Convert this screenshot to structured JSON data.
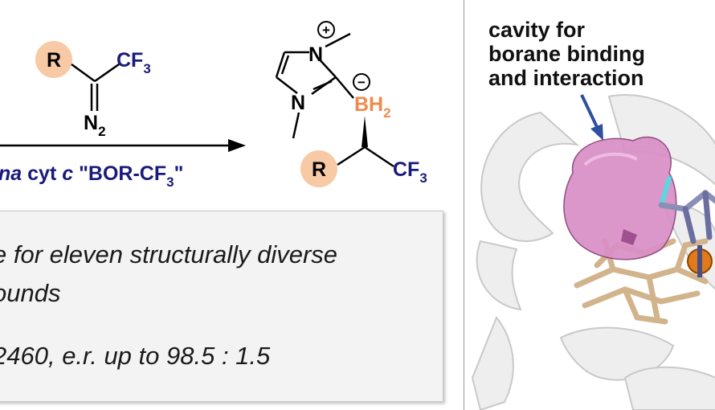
{
  "reaction": {
    "substituent": "R",
    "cf3_c": "CF",
    "cf3_3": "3",
    "diazo_n": "N",
    "diazo_2": "2",
    "catalyst_prefix": "na",
    "catalyst_mid": " cyt ",
    "catalyst_c": "c",
    "catalyst_name": " \"BOR-CF",
    "catalyst_3": "3",
    "catalyst_end": "\"",
    "product_n": "N",
    "boron_b": "BH",
    "boron_2": "2",
    "charge_plus": "+",
    "charge_minus": "−"
  },
  "info": {
    "line1": "e for eleven structurally diverse",
    "line2": "ounds",
    "line3": "2460, e.r. up to 98.5 : 1.5"
  },
  "protein": {
    "label_lines": [
      "cavity for",
      "borane binding",
      "and interaction"
    ]
  },
  "colors": {
    "navy": "#1a1a7a",
    "orange": "#f08a4b",
    "substituent_circle": "#f7c9a4",
    "cavity": "#d98fc6",
    "heme": "#d2b48c",
    "iron": "#e07a1a",
    "arrow_blue": "#2f4fa0"
  }
}
